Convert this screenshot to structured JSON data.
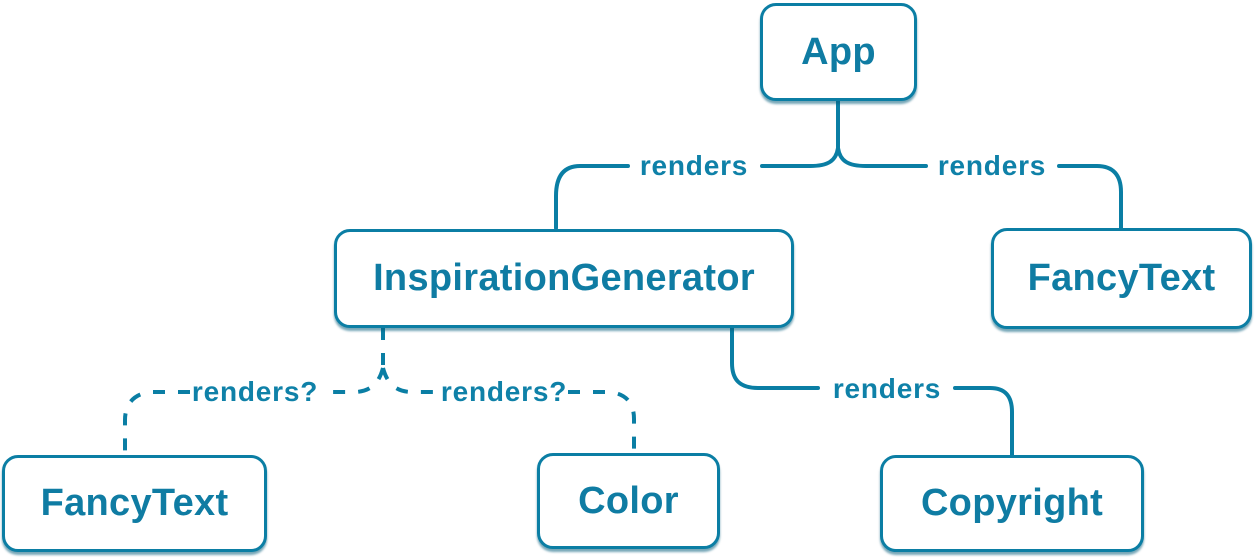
{
  "diagram": {
    "type": "component-render-tree",
    "colors": {
      "accent": "#0a7ea4",
      "node_border": "#0b7ea4",
      "node_text": "#0f7ca3",
      "edge_label_text": "#0f81a8",
      "node_background": "#ffffff"
    },
    "nodes": [
      {
        "id": "app",
        "label": "App"
      },
      {
        "id": "inspiration-generator",
        "label": "InspirationGenerator"
      },
      {
        "id": "fancy-text-top",
        "label": "FancyText"
      },
      {
        "id": "fancy-text-bottom",
        "label": "FancyText"
      },
      {
        "id": "color",
        "label": "Color"
      },
      {
        "id": "copyright",
        "label": "Copyright"
      }
    ],
    "edges": [
      {
        "from": "App",
        "to": "InspirationGenerator",
        "label": "renders",
        "style": "solid"
      },
      {
        "from": "App",
        "to": "FancyText",
        "label": "renders",
        "style": "solid"
      },
      {
        "from": "InspirationGenerator",
        "to": "FancyText",
        "label": "renders?",
        "style": "dashed"
      },
      {
        "from": "InspirationGenerator",
        "to": "Color",
        "label": "renders?",
        "style": "dashed"
      },
      {
        "from": "InspirationGenerator",
        "to": "Copyright",
        "label": "renders",
        "style": "solid"
      }
    ]
  }
}
